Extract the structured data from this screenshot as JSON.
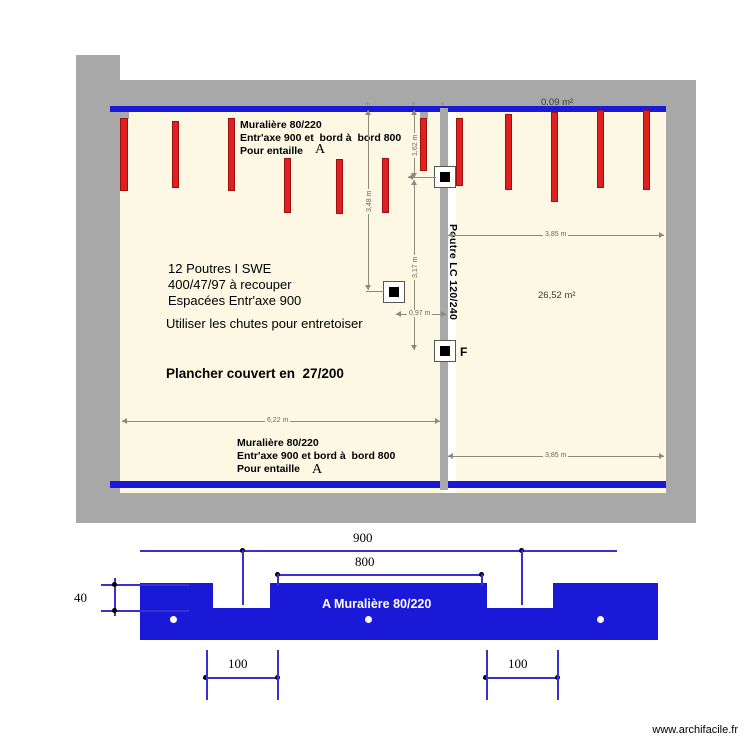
{
  "plan": {
    "notes": {
      "top_muraliere_line1": "Muralière 80/220",
      "top_muraliere_line2": "Entr'axe 900 et  bord à  bord 800",
      "top_muraliere_line3": "Pour entaille",
      "top_letter": "A",
      "beams_line1": "12 Poutres I SWE",
      "beams_line2": "400/47/97 à recouper",
      "beams_line3": "Espacées Entr'axe 900",
      "chutes": "Utiliser les chutes pour entretoiser",
      "plancher": "Plancher couvert en  27/200",
      "bottom_muraliere_line1": "Muralière 80/220",
      "bottom_muraliere_line2": "Entr'axe 900 et bord à  bord 800",
      "bottom_muraliere_line3": "Pour entaille",
      "bottom_letter": "A",
      "beam_lc": "Poutre LC 120/240",
      "post_label_f": "F"
    },
    "areas": {
      "top_strip": "0.09 m²",
      "main_room": "26,52 m²"
    },
    "dimensions": {
      "h_left_bottom": "6,22 m",
      "h_right_top": "3,85 m",
      "h_right_bottom": "3,85 m",
      "v_left": "3,48 m",
      "v_mid_upper": "1,62 m",
      "v_mid_lower": "3,17 m",
      "h_small": "0,97 m"
    }
  },
  "detail": {
    "label": "A  Muralière 80/220",
    "dim_900": "900",
    "dim_800": "800",
    "dim_100_left": "100",
    "dim_100_right": "100",
    "dim_40": "40"
  },
  "footer": {
    "site": "www.archifacile.fr"
  },
  "colors": {
    "wall": "#a8a8a8",
    "floor": "#fdf8e3",
    "muraliere": "#1a19d8",
    "joist": "#e02020",
    "beam": "#a9a9a9",
    "dimension": "#8e8a7a",
    "detail_blue": "#1a19d8"
  }
}
